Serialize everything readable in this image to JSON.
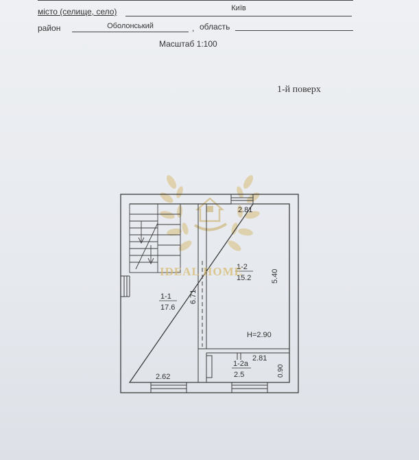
{
  "header": {
    "city_label": "місто (селище, село)",
    "city_value": "Київ",
    "district_label": "район",
    "district_value": "Оболонський",
    "comma": ",",
    "region_label": "область",
    "region_value": "",
    "scale": "Масштаб 1:100"
  },
  "floor_title": "1-й поверх",
  "plan": {
    "rooms": [
      {
        "id": "1-1",
        "area": "17.6"
      },
      {
        "id": "1-2",
        "area": "15.2"
      },
      {
        "id": "1-2а",
        "area": "2.5"
      }
    ],
    "dimensions": {
      "top_width": "2.81",
      "right_height": "5.40",
      "left_height": "6.71",
      "bottom_left_width": "2.62",
      "annex_width": "2.81",
      "annex_height": "0.90",
      "ceiling_height": "Н=2.90"
    }
  },
  "watermark": {
    "text": "IDEAL HOME"
  }
}
